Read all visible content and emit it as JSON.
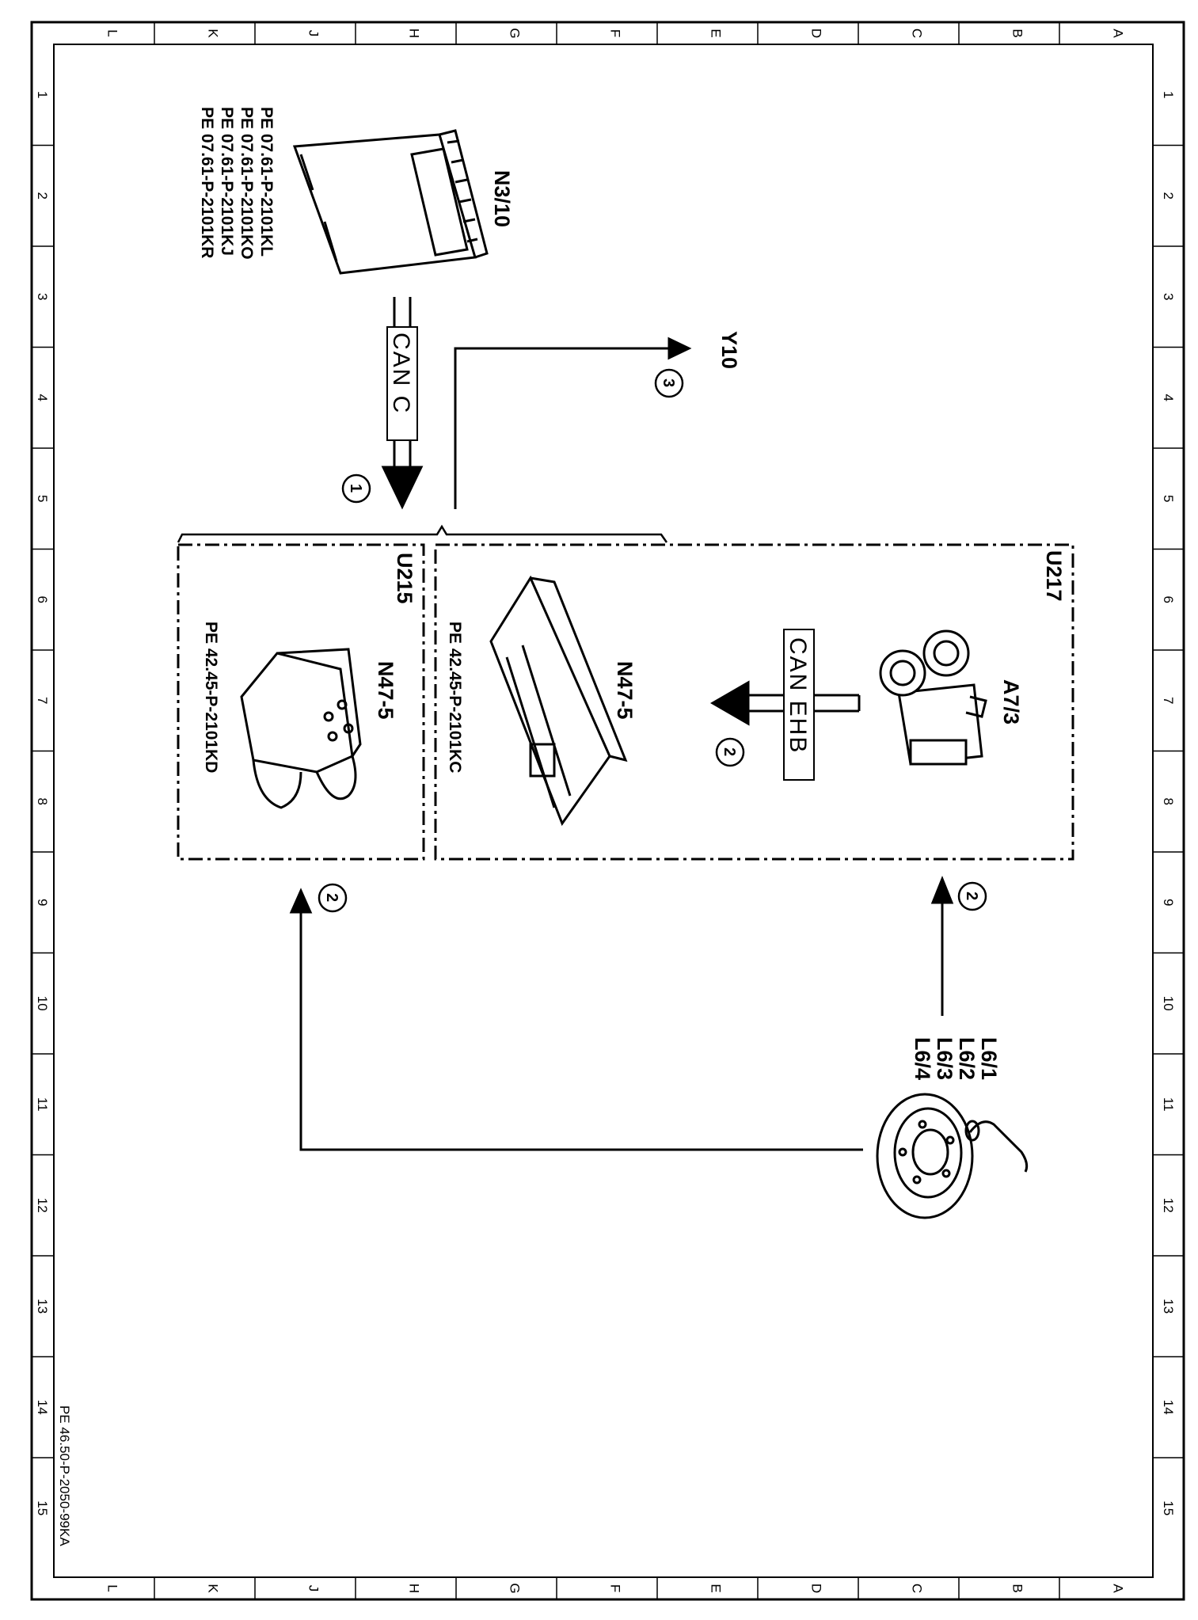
{
  "frame": {
    "top_letters": [
      "L",
      "K",
      "J",
      "H",
      "G",
      "F",
      "E",
      "D",
      "C",
      "B",
      "A"
    ],
    "bottom_letters": [
      "L",
      "K",
      "J",
      "H",
      "G",
      "F",
      "E",
      "D",
      "C",
      "B",
      "A"
    ],
    "side_numbers": [
      "1",
      "2",
      "3",
      "4",
      "5",
      "6",
      "7",
      "8",
      "9",
      "10",
      "11",
      "12",
      "13",
      "14",
      "15"
    ]
  },
  "doc_number": "PE 46.50-P-2050-99KA",
  "components": {
    "n3_10": {
      "label": "N3/10",
      "refs": [
        "PE 07.61-P-2101KL",
        "PE 07.61-P-2101KO",
        "PE 07.61-P-2101KJ",
        "PE 07.61-P-2101KR"
      ]
    },
    "y10": {
      "label": "Y10"
    },
    "u215": {
      "label": "U215",
      "module": "N47-5",
      "ref": "PE 42.45-P-2101KD"
    },
    "u217": {
      "label": "U217",
      "module": "N47-5",
      "ref": "PE 42.45-P-2101KC"
    },
    "a7_3": {
      "label": "A7/3"
    },
    "sensors": {
      "labels": [
        "L6/1",
        "L6/2",
        "L6/3",
        "L6/4"
      ]
    }
  },
  "buses": {
    "can_c": "CAN C",
    "can_ehb": "CAN EHB"
  },
  "markers": {
    "m1": "1",
    "m2": "2",
    "m3": "3"
  }
}
